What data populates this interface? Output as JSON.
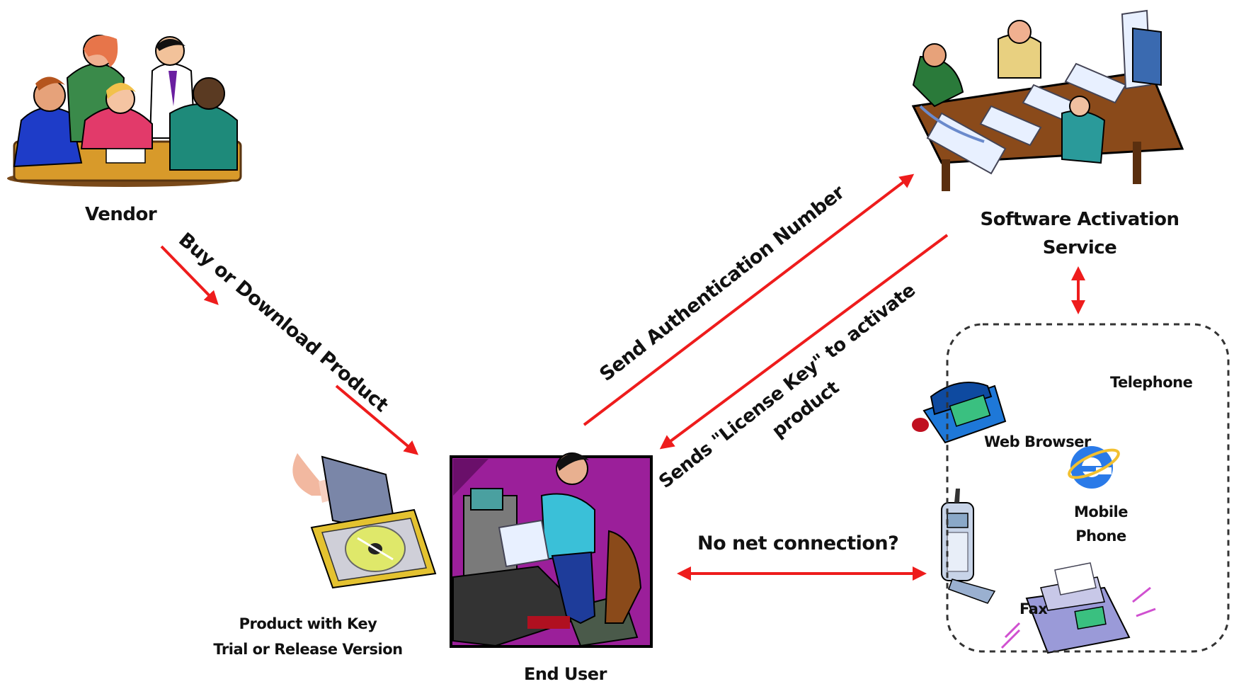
{
  "nodes": {
    "vendor": "Vendor",
    "activation_line1": "Software Activation",
    "activation_line2": "Service",
    "end_user": "End User",
    "product_line1": "Product with Key",
    "product_line2": "Trial or Release Version"
  },
  "edges": {
    "buy": "Buy or Download Product",
    "send_auth": "Send Authentication Number",
    "sends_key_line1": "Sends \"License Key\" to activate",
    "sends_key_line2": "product",
    "no_net": "No net connection?"
  },
  "alternatives": {
    "telephone": "Telephone",
    "web_browser": "Web Browser",
    "mobile_line1": "Mobile",
    "mobile_line2": "Phone",
    "fax": "Fax"
  },
  "colors": {
    "arrow": "#ee1c1c",
    "end_user_bg": "#9b1f9a",
    "dashed_border": "#333333"
  },
  "icons": [
    "meeting-people-icon",
    "busy-office-icon",
    "cd-case-icon",
    "phone-call-user-icon",
    "desk-telephone-icon",
    "internet-explorer-icon",
    "mobile-phone-icon",
    "fax-machine-icon"
  ]
}
